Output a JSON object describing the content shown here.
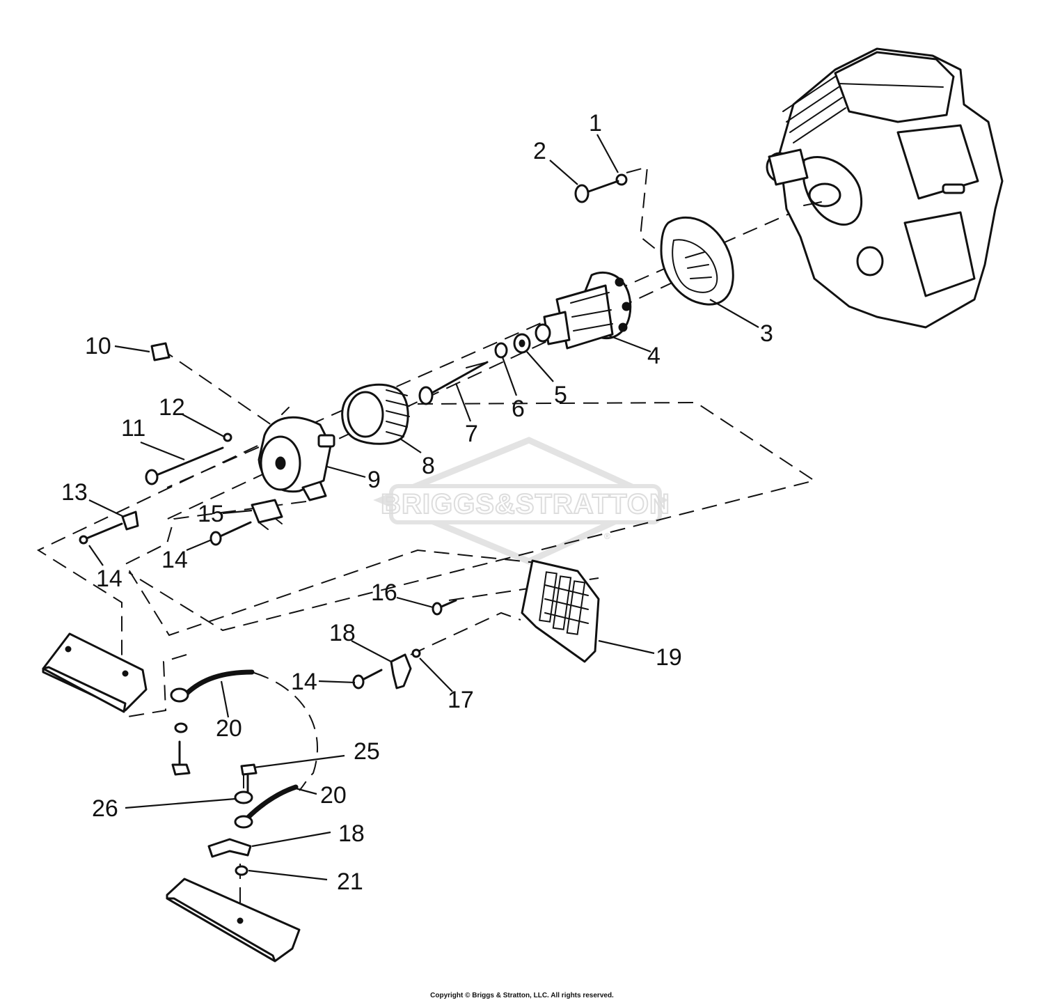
{
  "watermark": {
    "brand": "BRIGGS&STRATTON",
    "registered_mark": "®"
  },
  "callouts": {
    "n1": "1",
    "n2": "2",
    "n3": "3",
    "n4": "4",
    "n5": "5",
    "n6": "6",
    "n7": "7",
    "n8": "8",
    "n9": "9",
    "n10": "10",
    "n11": "11",
    "n12": "12",
    "n13": "13",
    "n14a": "14",
    "n14b": "14",
    "n14c": "14",
    "n15": "15",
    "n16": "16",
    "n17": "17",
    "n18a": "18",
    "n18b": "18",
    "n19": "19",
    "n20a": "20",
    "n20b": "20",
    "n21": "21",
    "n25": "25",
    "n26": "26"
  },
  "footer": {
    "copyright": "Copyright © Briggs & Stratton, LLC. All rights reserved."
  }
}
